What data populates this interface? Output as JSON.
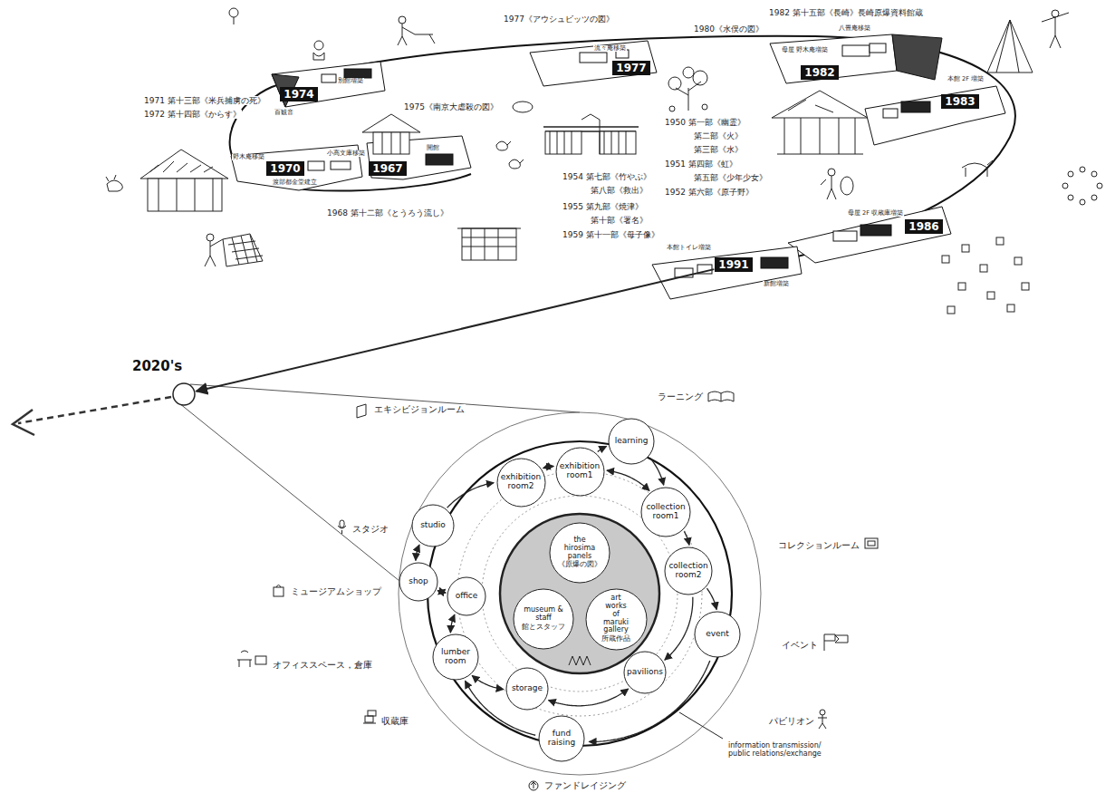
{
  "diagram": {
    "nodes": [
      {
        "text": [
          "1967"
        ]
      },
      {
        "text": [
          "1970"
        ]
      },
      {
        "text": [
          "1974"
        ]
      },
      {
        "text": [
          "1977"
        ]
      },
      {
        "text": [
          "1982"
        ]
      },
      {
        "text": [
          "1983"
        ]
      },
      {
        "text": [
          "1986"
        ]
      },
      {
        "text": [
          "1991"
        ]
      },
      {
        "text": [
          "2020's"
        ]
      },
      {
        "text": [
          "learning"
        ]
      },
      {
        "text": [
          "exhibition room1"
        ]
      },
      {
        "text": [
          "exhibition room2"
        ]
      },
      {
        "text": [
          "studio"
        ]
      },
      {
        "text": [
          "collection room1"
        ]
      },
      {
        "text": [
          "collection room2"
        ]
      },
      {
        "text": [
          "shop"
        ]
      },
      {
        "text": [
          "office"
        ]
      },
      {
        "text": [
          "event"
        ]
      },
      {
        "text": [
          "pavilions"
        ]
      },
      {
        "text": [
          "lumber room"
        ]
      },
      {
        "text": [
          "storage"
        ]
      },
      {
        "text": [
          "fund raising"
        ]
      },
      {
        "text": [
          "the hirosima panels",
          "《原爆の図》"
        ]
      },
      {
        "text": [
          "museum & staff",
          "館とスタッフ"
        ]
      },
      {
        "text": [
          "art works of maruki gallery",
          "所蔵作品"
        ]
      }
    ],
    "edges": [
      {
        "from": 7,
        "to": 8,
        "arrow": "to"
      },
      {
        "from": 10,
        "to": 9,
        "arrow": "to"
      },
      {
        "from": 9,
        "to": 13,
        "arrow": "to"
      },
      {
        "from": 10,
        "to": 13,
        "arrow": "both"
      },
      {
        "from": 13,
        "to": 14,
        "arrow": "to"
      },
      {
        "from": 14,
        "to": 17,
        "arrow": "to"
      },
      {
        "from": 14,
        "to": 18,
        "arrow": "to"
      },
      {
        "from": 18,
        "to": 20,
        "arrow": "both"
      },
      {
        "from": 17,
        "to": 21,
        "arrow": "to"
      },
      {
        "from": 21,
        "to": 19,
        "arrow": "to"
      },
      {
        "from": 20,
        "to": 19,
        "arrow": "both"
      },
      {
        "from": 19,
        "to": 16,
        "arrow": "both"
      },
      {
        "from": 16,
        "to": 15,
        "arrow": "both"
      },
      {
        "from": 15,
        "to": 12,
        "arrow": "both"
      },
      {
        "from": 12,
        "to": 11,
        "arrow": "to"
      },
      {
        "from": 11,
        "to": 10,
        "arrow": "both"
      }
    ],
    "labels": [
      "1971 第十三部《米兵捕虜の死》",
      "1972 第十四部《からす》",
      "1977《アウシュビッツの図》",
      "1980《水俣の図》",
      "1982 第十五部《長崎》長崎原爆資料館蔵",
      "1975《南京大虐殺の図》",
      "1950 第一部《幽霊》",
      "第二部《火》",
      "第三部《水》",
      "1951 第四部《虹》",
      "第五部《少年少女》",
      "1952 第六部《原子野》",
      "1954 第七部《竹やぶ》",
      "第八部《救出》",
      "1955 第九部《焼津》",
      "第十部《署名》",
      "1959 第十一部《母子像》",
      "1968 第十二部《とうろう流し》",
      "開館",
      "野木庵移築",
      "小高文庫移築",
      "渡部都金堂建立",
      "別館増築",
      "百観音",
      "流々庵移築",
      "八畳庵移築",
      "母屋 野木庵増築",
      "本館 2F 増築",
      "母屋 2F 収蔵庫増築",
      "本館トイレ増築",
      "新館増築",
      "エキシビジョンルーム",
      "ラーニング",
      "コレクションルーム",
      "イベント",
      "パビリオン",
      "ファンドレイジング",
      "収蔵庫",
      "オフィススペース，倉庫",
      "ミュージアムショップ",
      "スタジオ",
      "information transmission/ public relations/exchange"
    ]
  }
}
